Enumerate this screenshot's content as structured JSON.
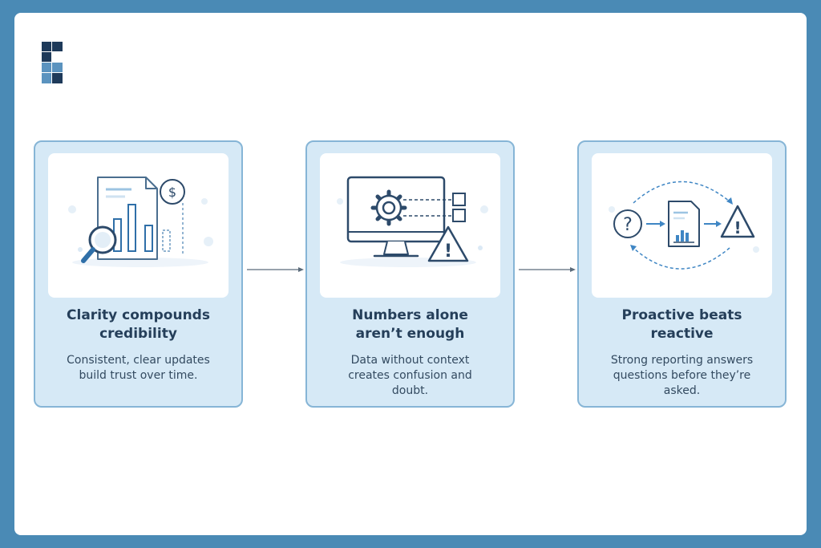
{
  "steps": [
    {
      "title": "Clarity compounds credibility",
      "description": "Consistent, clear updates build trust over time."
    },
    {
      "title": "Numbers alone aren’t enough",
      "description": "Data without context creates confusion and doubt."
    },
    {
      "title": "Proactive beats reactive",
      "description": "Strong reporting answers questions before they’re asked."
    }
  ],
  "illustration_glyphs": {
    "currency": "$",
    "question": "?",
    "warning": "!"
  },
  "colors": {
    "frame": "#4a8ab5",
    "card_fill": "#d6e9f6",
    "card_border": "#86b5d6",
    "title_text": "#253f5a",
    "logo_dark": "#1e3a5a",
    "logo_light": "#5b93bf",
    "accent_blue": "#3f86c4"
  }
}
